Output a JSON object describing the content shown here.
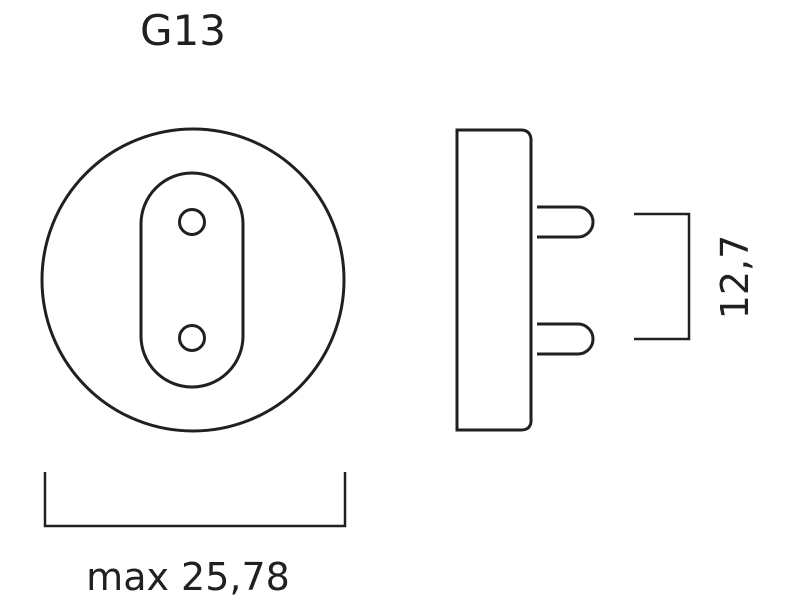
{
  "title": "G13",
  "dimensions": {
    "width_label": "max 25,78",
    "pin_spacing_label": "12,7"
  },
  "colors": {
    "stroke": "#231f20",
    "background": "#ffffff"
  }
}
